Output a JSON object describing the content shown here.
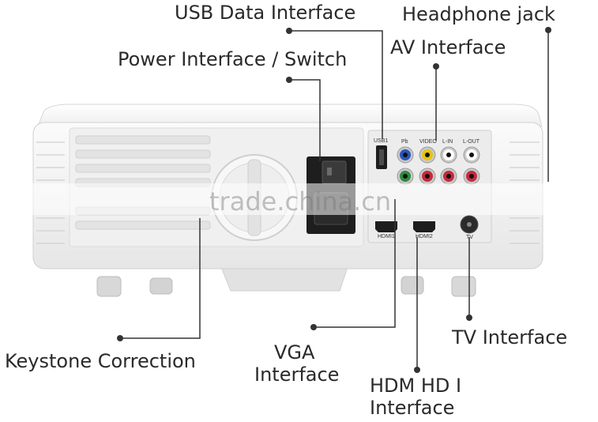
{
  "callouts": {
    "usb": "USB Data Interface",
    "headphone": "Headphone jack",
    "av": "AV Interface",
    "power": "Power Interface / Switch",
    "keystone": "Keystone Correction",
    "vga_line1": "VGA",
    "vga_line2": "Interface",
    "hdmi_line1": "HDM HD I",
    "hdmi_line2": "Interface",
    "tv": "TV Interface"
  },
  "panel_labels": {
    "usb1": "USB1",
    "pb": "Pb",
    "video": "VIDEO",
    "lin": "L-IN",
    "lout": "L-OUT",
    "hdmi1": "HDMI1",
    "hdmi2": "HDMI2",
    "tv": "TV"
  },
  "watermark": "trade.china.cn",
  "colors": {
    "text": "#2a2a2a",
    "leader": "#333333",
    "body": "#f4f4f4",
    "jack_blue": "#2a57b8",
    "jack_yellow": "#e6c40f",
    "jack_green": "#2f8a3c",
    "jack_red": "#c62a3a"
  }
}
